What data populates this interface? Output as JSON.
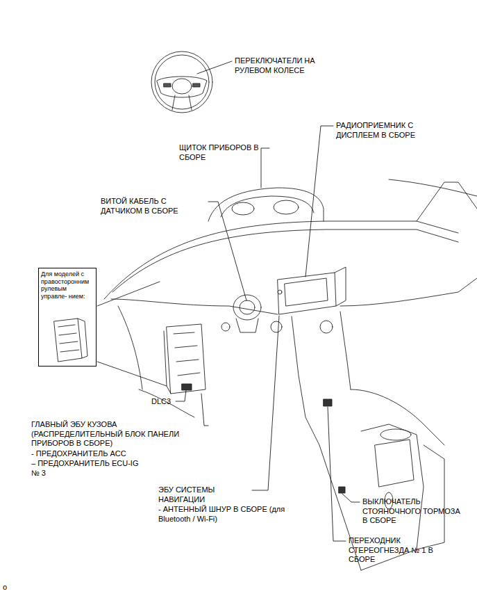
{
  "diagram": {
    "nodes": [
      {
        "text": [
          "Для моделей с правосторонним рулевым управле- нием:"
        ]
      }
    ],
    "labels": [
      "ПЕРЕКЛЮЧАТЕЛИ НА РУЛЕВОМ КОЛЕСЕ",
      "РАДИОПРИЕМНИК С ДИСПЛЕЕМ В СБОРЕ",
      "ЩИТОК ПРИБОРОВ В СБОРЕ",
      "ВИТОЙ КАБЕЛЬ С ДАТЧИКОМ В СБОРЕ",
      "DLC3",
      "ГЛАВНЫЙ ЭБУ КУЗОВА (РАСПРЕДЕЛИТЕЛЬНЫЙ БЛОК ПАНЕЛИ ПРИБОРОВ В СБОРЕ)",
      "- ПРЕДОХРАНИТЕЛЬ ACC",
      "– ПРЕДОХРАНИТЕЛЬ ECU-IG № 3",
      "ЭБУ СИСТЕМЫ НАВИГАЦИИ",
      "- АНТЕННЫЙ ШНУР В СБОРЕ (для Bluetooth / Wi-Fi)",
      "ВЫКЛЮЧАТЕЛЬ СТОЯНОЧНОГО ТОРМОЗА В СБОРЕ",
      "ПЕРЕХОДНИК СТЕРЕОГНЕЗДА № 1 В СБОРЕ",
      "o"
    ]
  }
}
